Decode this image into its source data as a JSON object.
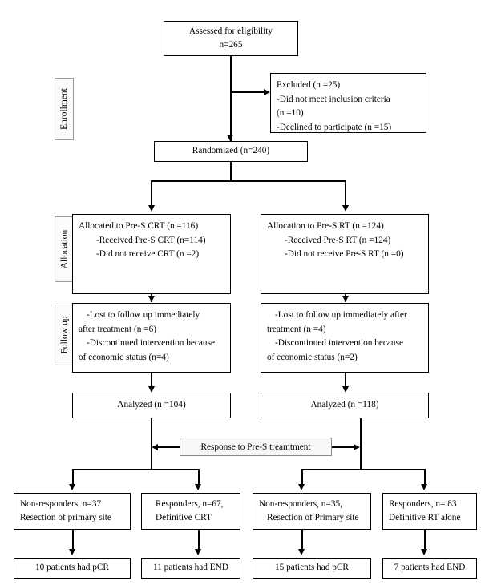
{
  "figure": {
    "type": "consort-flow-diagram",
    "title": "CONSORT participant flow diagram"
  },
  "stages": [
    {
      "id": "enrollment",
      "label": "Enrollment"
    },
    {
      "id": "allocation",
      "label": "Allocation"
    },
    {
      "id": "followup",
      "label": "Follow up"
    }
  ],
  "nodes": {
    "assessed": {
      "name": "assessed-for-eligibility",
      "lines": [
        "Assessed for eligibility",
        "n=265"
      ]
    },
    "excluded": {
      "name": "excluded",
      "lines": [
        "Excluded (n =25)",
        "-Did not meet inclusion criteria",
        "(n =10)",
        "-Declined to participate (n =15)"
      ]
    },
    "randomized": {
      "name": "randomized",
      "lines": [
        "Randomized (n=240)"
      ]
    },
    "alloc_left": {
      "name": "allocated-pre-s-crt",
      "lines": [
        "Allocated to Pre-S CRT (n =116)",
        "-Received Pre-S CRT (n=114)",
        "-Did not receive CRT (n =2)"
      ]
    },
    "alloc_right": {
      "name": "allocation-pre-s-rt",
      "lines": [
        "Allocation to Pre-S RT (n =124)",
        "-Received Pre-S RT (n =124)",
        "-Did not receive Pre-S RT (n =0)"
      ]
    },
    "follow_left": {
      "name": "follow-up-crt",
      "lines": [
        "-Lost to follow up immediately",
        "after treatment (n =6)",
        "-Discontinued intervention because",
        "of economic status (n=4)"
      ]
    },
    "follow_right": {
      "name": "follow-up-rt",
      "lines": [
        "-Lost to follow up immediately after",
        "treatment (n =4)",
        "-Discontinued intervention because",
        "of economic status (n=2)"
      ]
    },
    "analyzed_left": {
      "name": "analyzed-crt",
      "lines": [
        "Analyzed (n =104)"
      ]
    },
    "analyzed_right": {
      "name": "analyzed-rt",
      "lines": [
        "Analyzed (n =118)"
      ]
    },
    "response_label": {
      "name": "response-to-treatment-label",
      "text": "Response to Pre-S treamtment"
    },
    "res_1": {
      "name": "crt-non-responders",
      "lines": [
        "Non-responders, n=37",
        "Resection of primary site"
      ]
    },
    "res_2": {
      "name": "crt-responders",
      "lines": [
        "Responders, n=67,",
        "Definitive CRT"
      ]
    },
    "res_3": {
      "name": "rt-non-responders",
      "lines": [
        "Non-responders, n=35,",
        "Resection of Primary site"
      ]
    },
    "res_4": {
      "name": "rt-responders",
      "lines": [
        "Responders, n= 83",
        "Definitive RT alone"
      ]
    },
    "out_1": {
      "name": "crt-non-responders-outcome",
      "lines": [
        "10 patients had pCR"
      ]
    },
    "out_2": {
      "name": "crt-responders-outcome",
      "lines": [
        "11 patients had END"
      ]
    },
    "out_3": {
      "name": "rt-non-responders-outcome",
      "lines": [
        "15 patients had pCR"
      ]
    },
    "out_4": {
      "name": "rt-responders-outcome",
      "lines": [
        "7 patients had END"
      ]
    }
  },
  "chart_data": {
    "type": "diagram",
    "title": "CONSORT flow diagram",
    "assessed_for_eligibility": 265,
    "excluded_total": 25,
    "excluded_did_not_meet_inclusion_criteria": 10,
    "excluded_declined_to_participate": 15,
    "randomized": 240,
    "arms": [
      {
        "name": "Pre-S CRT",
        "allocated": 116,
        "received": 114,
        "did_not_receive": 2,
        "lost_to_follow_up": 6,
        "discontinued_economic": 4,
        "analyzed": 104,
        "non_responders": 37,
        "non_responder_treatment": "Resection of primary site",
        "non_responder_outcome_label": "10 patients had pCR",
        "non_responder_outcome_value": 10,
        "responders": 67,
        "responder_treatment": "Definitive CRT",
        "responder_outcome_label": "11 patients had END",
        "responder_outcome_value": 11
      },
      {
        "name": "Pre-S RT",
        "allocated": 124,
        "received": 124,
        "did_not_receive": 0,
        "lost_to_follow_up": 4,
        "discontinued_economic": 2,
        "analyzed": 118,
        "non_responders": 35,
        "non_responder_treatment": "Resection of Primary site",
        "non_responder_outcome_label": "15 patients had pCR",
        "non_responder_outcome_value": 15,
        "responders": 83,
        "responder_treatment": "Definitive RT alone",
        "responder_outcome_label": "7 patients had END",
        "responder_outcome_value": 7
      }
    ]
  }
}
